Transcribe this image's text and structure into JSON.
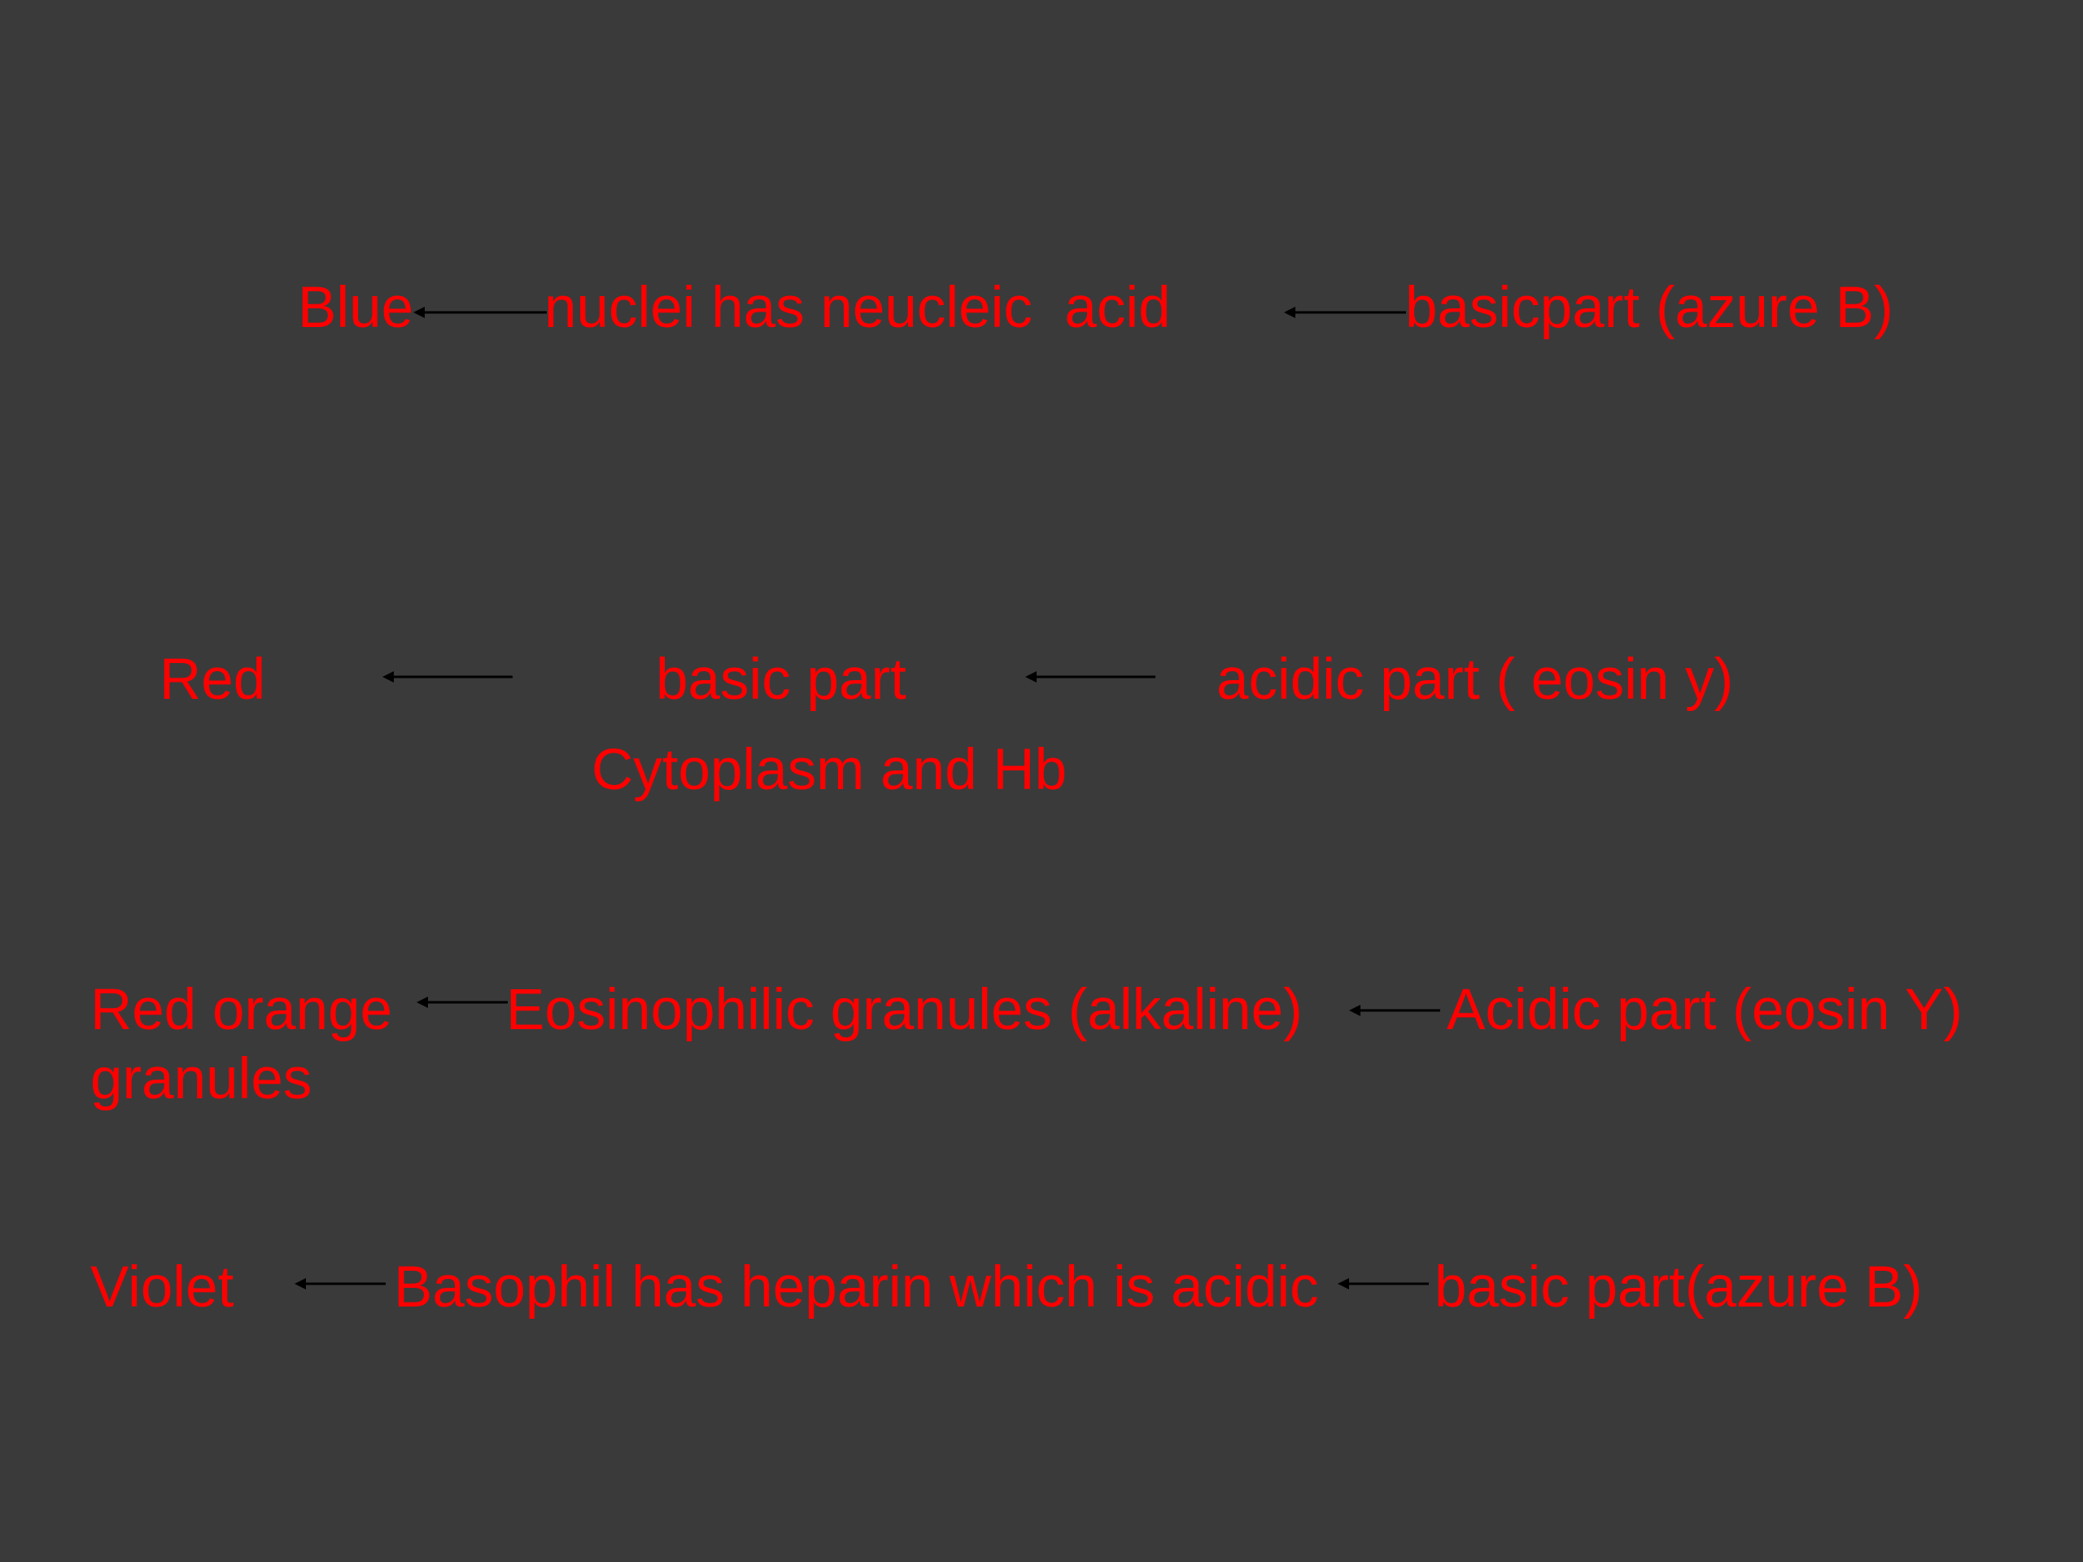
{
  "colors": {
    "background": "#3a3a3a",
    "text": "#ff0000",
    "arrow": "#000000"
  },
  "rows": [
    {
      "left": "Blue",
      "middle": "nuclei has neucleic  acid",
      "right": "basicpart (azure B)"
    },
    {
      "left": "Red",
      "middle": "basic part",
      "right": "acidic part ( eosin y)",
      "note": "Cytoplasm and Hb"
    },
    {
      "left": "Red orange",
      "left_line2": "granules",
      "middle": "Eosinophilic granules (alkaline)",
      "right": "Acidic part (eosin Y)"
    },
    {
      "left": "Violet",
      "middle": "Basophil has heparin which is acidic",
      "right": "basic part(azure B)"
    }
  ]
}
